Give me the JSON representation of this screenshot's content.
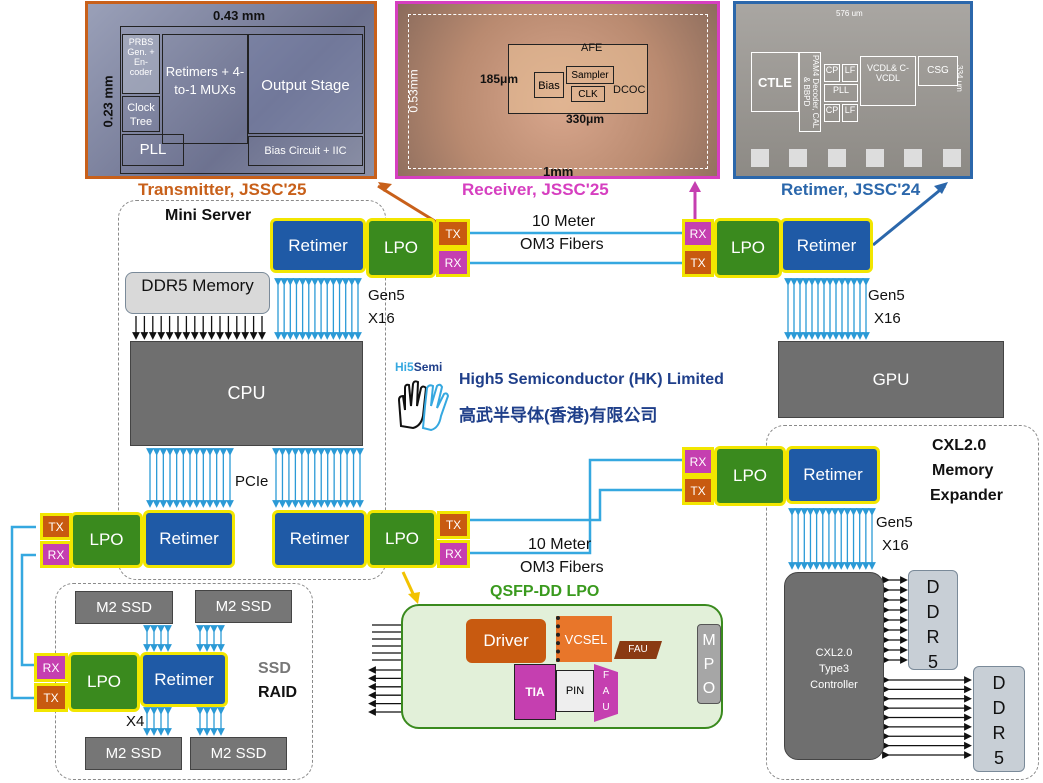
{
  "photos": {
    "transmitter": {
      "caption": "Transmitter, JSSC'25",
      "width_dim": "0.43 mm",
      "height_dim": "0.23 mm",
      "blocks": {
        "prbs": "PRBS Gen. + En- coder",
        "retimers": "Retimers + 4-to-1 MUXs",
        "output": "Output Stage",
        "clock": "Clock Tree",
        "pll": "PLL",
        "bias": "Bias Circuit + IIC"
      },
      "border_color": "#c8601a"
    },
    "receiver": {
      "caption": "Receiver, JSSC'25",
      "height_dim": "0.53mm",
      "width_dim": "1mm",
      "blocks": {
        "afe": "AFE",
        "sampler": "Sampler",
        "bias": "Bias",
        "clk": "CLK",
        "dcoc": "DCOC",
        "d185": "185μm",
        "d330": "330μm"
      },
      "border_color": "#d63fc0"
    },
    "retimer": {
      "caption": "Retimer, JSSC'24",
      "width_dim": "576 um",
      "height_dim": "334 um",
      "blocks": {
        "ctle": "CTLE",
        "pam4": "PAM4 Decoder, CAL & BBPD",
        "cp1": "CP",
        "lf1": "LF",
        "pll": "PLL",
        "cp2": "CP",
        "lf2": "LF",
        "vcdl": "VCDL& C-VCDL",
        "csg": "CSG"
      },
      "border_color": "#2b67ab"
    }
  },
  "mini_server": {
    "title": "Mini Server",
    "retimer_top": "Retimer",
    "lpo_top": "LPO",
    "ddr5": "DDR5 Memory",
    "cpu": "CPU",
    "pcie": "PCIe",
    "gen5": "Gen5",
    "x16": "X16",
    "retimer_bl": "Retimer",
    "lpo_bl": "LPO",
    "retimer_br": "Retimer",
    "lpo_br": "LPO"
  },
  "gpu_side": {
    "retimer": "Retimer",
    "lpo": "LPO",
    "gen5": "Gen5",
    "x16": "X16",
    "gpu": "GPU"
  },
  "ports": {
    "tx": "TX",
    "rx": "RX"
  },
  "fiber_top": {
    "line1": "10 Meter",
    "line2": "OM3 Fibers"
  },
  "fiber_bottom": {
    "line1": "10 Meter",
    "line2": "OM3 Fibers"
  },
  "company": {
    "logo_text_hi5": "Hi5",
    "logo_text_semi": "Semi",
    "name_en": "High5 Semiconductor (HK) Limited",
    "name_zh": "高武半导体(香港)有限公司"
  },
  "cxl": {
    "title_line1": "CXL2.0",
    "title_line2": "Memory",
    "title_line3": "Expander",
    "retimer": "Retimer",
    "lpo": "LPO",
    "gen5": "Gen5",
    "x16": "X16",
    "controller_line1": "CXL2.0",
    "controller_line2": "Type3",
    "controller_line3": "Controller",
    "ddr_letters": [
      "D",
      "D",
      "R",
      "5"
    ]
  },
  "ssd_raid": {
    "title_line1": "SSD",
    "title_line2": "RAID",
    "ssd_label": "M2 SSD",
    "lpo": "LPO",
    "retimer": "Retimer",
    "x4": "X4"
  },
  "qsfp": {
    "title": "QSFP-DD LPO",
    "driver": "Driver",
    "vcsel": "VCSEL",
    "fau": "FAU",
    "tia": "TIA",
    "pin": "PIN",
    "fau2_letters": [
      "F",
      "A",
      "U"
    ],
    "mpo_letters": [
      "M",
      "P",
      "O"
    ]
  },
  "colors": {
    "retimer": "#1f5aa6",
    "lpo": "#3a8a1e",
    "tx": "#c85a10",
    "rx": "#c53fb0",
    "link_line": "#35a8e0",
    "highlight_border": "#f2e600",
    "qsfp_bg": "#e2f0d9"
  }
}
